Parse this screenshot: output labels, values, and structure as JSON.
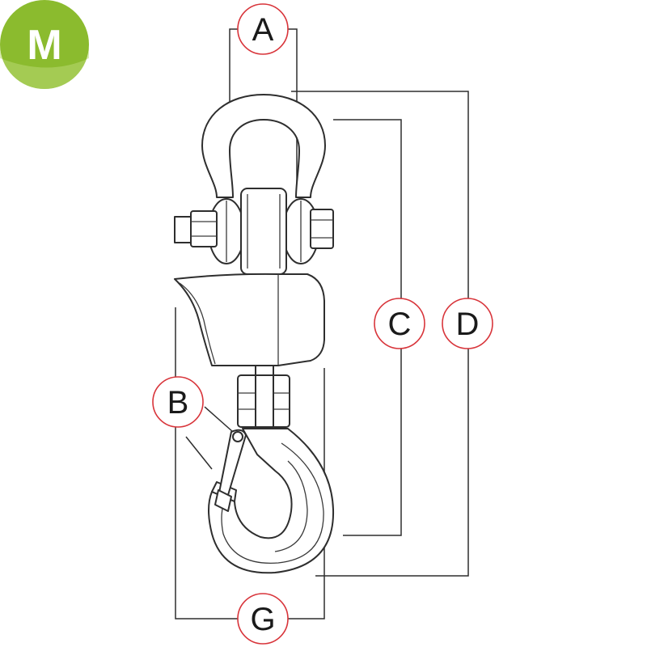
{
  "logo": {
    "letter": "M",
    "color_dark": "#8bbb2e",
    "color_light": "#b9d872"
  },
  "callouts": {
    "A": "A",
    "B": "B",
    "C": "C",
    "D": "D",
    "G": "G",
    "ring_color": "#d8343a"
  },
  "icons": [
    "shackle-icon",
    "crane-scale-body-icon",
    "swivel-hook-icon",
    "safety-latch-icon"
  ]
}
